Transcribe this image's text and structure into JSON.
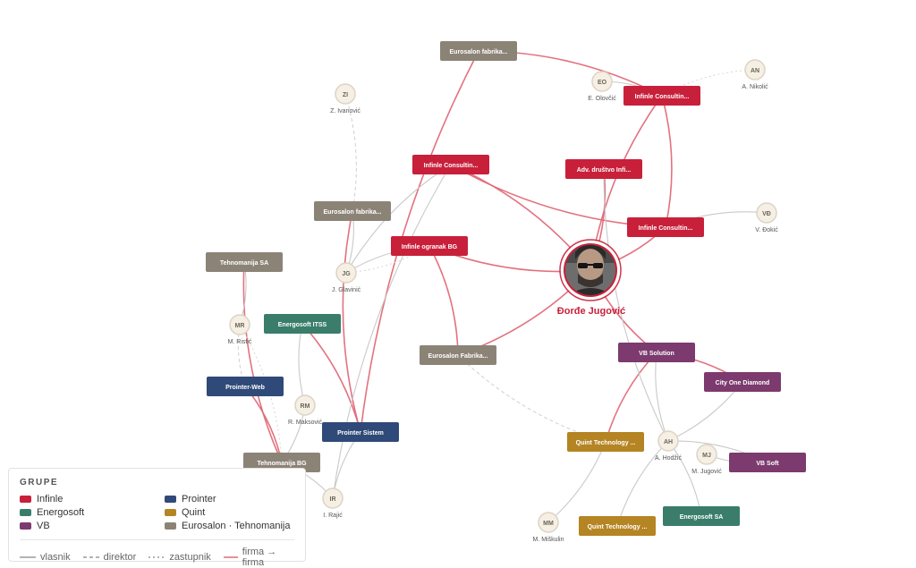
{
  "colors": {
    "Infinle": "#c8203a",
    "Energosoft": "#3a7d6b",
    "VB": "#7c3a6e",
    "Prointer": "#2f4a78",
    "Quint": "#b58423",
    "Eurosalon": "#8c8377",
    "firma_edge": "#e06a78",
    "person_fill": "#f5efe4",
    "person_stroke": "#ddd3c4"
  },
  "center": {
    "id": "center",
    "name": "Đorđe Jugović",
    "icon": "person-photo-avatar"
  },
  "companies": [
    {
      "id": "c1",
      "label": "Eurosalon fabrika...",
      "group": "Eurosalon"
    },
    {
      "id": "c2",
      "label": "Infinle Consultin...",
      "group": "Infinle"
    },
    {
      "id": "c3",
      "label": "Infinle Consultin...",
      "group": "Infinle"
    },
    {
      "id": "c4",
      "label": "Adv. društvo Infi...",
      "group": "Infinle"
    },
    {
      "id": "c5",
      "label": "Eurosalon fabrika...",
      "group": "Eurosalon"
    },
    {
      "id": "c6",
      "label": "Infinle Consultin...",
      "group": "Infinle"
    },
    {
      "id": "c7",
      "label": "Infinle ogranak BG",
      "group": "Infinle"
    },
    {
      "id": "c8",
      "label": "Tehnomanija SA",
      "group": "Eurosalon"
    },
    {
      "id": "c9",
      "label": "Energosoft ITSS",
      "group": "Energosoft"
    },
    {
      "id": "c10",
      "label": "Eurosalon Fabrika...",
      "group": "Eurosalon"
    },
    {
      "id": "c11",
      "label": "VB Solution",
      "group": "VB"
    },
    {
      "id": "c12",
      "label": "City One Diamond",
      "group": "VB"
    },
    {
      "id": "c13",
      "label": "Prointer-Web",
      "group": "Prointer"
    },
    {
      "id": "c14",
      "label": "Prointer Sistem",
      "group": "Prointer"
    },
    {
      "id": "c15",
      "label": "Quint Technology ...",
      "group": "Quint"
    },
    {
      "id": "c16",
      "label": "VB Soft",
      "group": "VB"
    },
    {
      "id": "c17",
      "label": "Tehnomanija BG",
      "group": "Eurosalon"
    },
    {
      "id": "c18",
      "label": "Quint Technology ...",
      "group": "Quint"
    },
    {
      "id": "c19",
      "label": "Energosoft SA",
      "group": "Energosoft"
    }
  ],
  "people": [
    {
      "id": "p1",
      "initials": "ZI",
      "name": "Z. Ivanović"
    },
    {
      "id": "p2",
      "initials": "EO",
      "name": "E. Olovčić"
    },
    {
      "id": "p3",
      "initials": "AN",
      "name": "A. Nikolić"
    },
    {
      "id": "p4",
      "initials": "VĐ",
      "name": "V. Đokić"
    },
    {
      "id": "p5",
      "initials": "JG",
      "name": "J. Glavinić"
    },
    {
      "id": "p6",
      "initials": "MR",
      "name": "M. Ristić"
    },
    {
      "id": "p7",
      "initials": "RM",
      "name": "R. Maksović"
    },
    {
      "id": "p8",
      "initials": "AH",
      "name": "A. Hodžić"
    },
    {
      "id": "p9",
      "initials": "MJ",
      "name": "M. Jugović"
    },
    {
      "id": "p10",
      "initials": "IR",
      "name": "I. Rajić"
    },
    {
      "id": "p11",
      "initials": "MM",
      "name": "M. Miškulin"
    }
  ],
  "edges": [
    {
      "from": "center",
      "to": "c3",
      "type": "firma"
    },
    {
      "from": "center",
      "to": "c7",
      "type": "firma"
    },
    {
      "from": "center",
      "to": "c6",
      "type": "firma"
    },
    {
      "from": "center",
      "to": "c10",
      "type": "firma"
    },
    {
      "from": "center",
      "to": "c11",
      "type": "firma"
    },
    {
      "from": "center",
      "to": "c2",
      "type": "firma"
    },
    {
      "from": "center",
      "to": "c4",
      "type": "firma"
    },
    {
      "from": "c1",
      "to": "c2",
      "type": "firma"
    },
    {
      "from": "c1",
      "to": "c14",
      "type": "firma"
    },
    {
      "from": "c2",
      "to": "c6",
      "type": "firma"
    },
    {
      "from": "c3",
      "to": "c6",
      "type": "firma"
    },
    {
      "from": "c7",
      "to": "c10",
      "type": "firma"
    },
    {
      "from": "c5",
      "to": "c14",
      "type": "firma"
    },
    {
      "from": "c9",
      "to": "c14",
      "type": "firma"
    },
    {
      "from": "c8",
      "to": "c17",
      "type": "firma"
    },
    {
      "from": "c13",
      "to": "c17",
      "type": "firma"
    },
    {
      "from": "c11",
      "to": "c15",
      "type": "firma"
    },
    {
      "from": "c11",
      "to": "c12",
      "type": "firma"
    },
    {
      "from": "c2",
      "to": "p2",
      "type": "vlasnik"
    },
    {
      "from": "c6",
      "to": "p4",
      "type": "vlasnik"
    },
    {
      "from": "c3",
      "to": "p5",
      "type": "vlasnik"
    },
    {
      "from": "c5",
      "to": "p5",
      "type": "vlasnik"
    },
    {
      "from": "c7",
      "to": "p5",
      "type": "vlasnik"
    },
    {
      "from": "c12",
      "to": "p8",
      "type": "vlasnik"
    },
    {
      "from": "c11",
      "to": "p8",
      "type": "vlasnik"
    },
    {
      "from": "p8",
      "to": "c16",
      "type": "vlasnik"
    },
    {
      "from": "p8",
      "to": "c18",
      "type": "vlasnik"
    },
    {
      "from": "p8",
      "to": "c19",
      "type": "vlasnik"
    },
    {
      "from": "p9",
      "to": "c16",
      "type": "vlasnik"
    },
    {
      "from": "c15",
      "to": "p11",
      "type": "vlasnik"
    },
    {
      "from": "c14",
      "to": "p10",
      "type": "vlasnik"
    },
    {
      "from": "c17",
      "to": "p10",
      "type": "vlasnik"
    },
    {
      "from": "c9",
      "to": "p7",
      "type": "vlasnik"
    },
    {
      "from": "p7",
      "to": "c17",
      "type": "vlasnik"
    },
    {
      "from": "c4",
      "to": "p8",
      "type": "vlasnik"
    },
    {
      "from": "c8",
      "to": "p6",
      "type": "vlasnik"
    },
    {
      "from": "c3",
      "to": "p10",
      "type": "vlasnik"
    },
    {
      "from": "p1",
      "to": "c5",
      "type": "direktor"
    },
    {
      "from": "c10",
      "to": "c15",
      "type": "direktor"
    },
    {
      "from": "c13",
      "to": "p6",
      "type": "direktor"
    },
    {
      "from": "p3",
      "to": "c2",
      "type": "zastupnik"
    },
    {
      "from": "p6",
      "to": "c17",
      "type": "zastupnik"
    },
    {
      "from": "p5",
      "to": "c7",
      "type": "zastupnik"
    }
  ],
  "legend": {
    "title": "GRUPE",
    "groups": [
      {
        "label": "Infinle",
        "key": "Infinle"
      },
      {
        "label": "Prointer",
        "key": "Prointer"
      },
      {
        "label": "Energosoft",
        "key": "Energosoft"
      },
      {
        "label": "Quint",
        "key": "Quint"
      },
      {
        "label": "VB",
        "key": "VB"
      },
      {
        "label": "Eurosalon · Tehnomanija",
        "key": "Eurosalon"
      }
    ],
    "edge_types": [
      {
        "label": "vlasnik",
        "key": "vlasnik"
      },
      {
        "label": "direktor",
        "key": "direktor"
      },
      {
        "label": "zastupnik",
        "key": "zastupnik"
      },
      {
        "label": "firma → firma",
        "key": "firma"
      }
    ]
  }
}
